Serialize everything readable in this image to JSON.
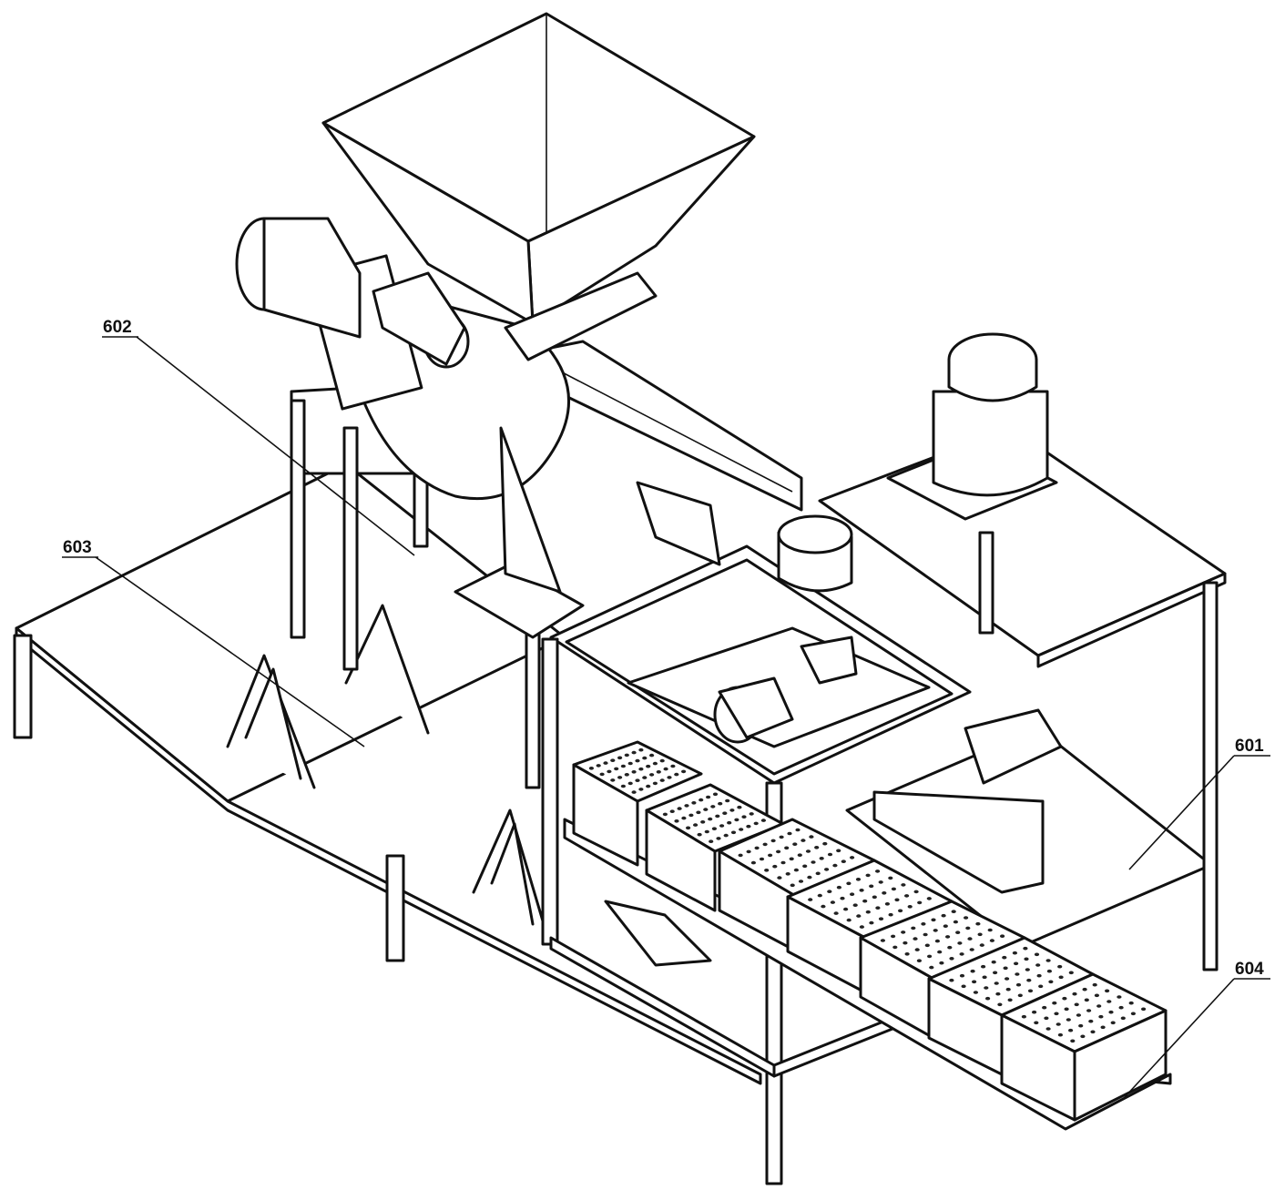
{
  "labels": {
    "l601": "601",
    "l602": "602",
    "l603": "603",
    "l604": "604"
  },
  "colors": {
    "line": "#111111",
    "background": "#ffffff"
  }
}
